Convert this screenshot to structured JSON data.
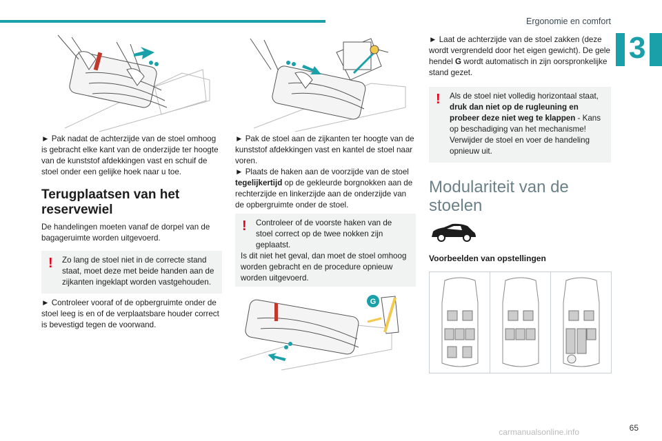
{
  "header": {
    "section": "Ergonomie en comfort",
    "chapter": "3"
  },
  "page_number": "65",
  "watermark": "carmanualsonline.info",
  "col1": {
    "p1": "► Pak nadat de achterzijde van de stoel omhoog is gebracht elke kant van de onderzijde ter hoogte van de kunststof afdekkingen vast en schuif de stoel onder een gelijke hoek naar u toe.",
    "heading": "Terugplaatsen van het reservewiel",
    "p2": "De handelingen moeten vanaf de dorpel van de bagageruimte worden uitgevoerd.",
    "warn": "Zo lang de stoel niet in de correcte stand staat, moet deze met beide handen aan de zijkanten ingeklapt worden vastgehouden.",
    "p3": "► Controleer vooraf of de opbergruimte onder de stoel leeg is en of de verplaatsbare houder correct is bevestigd tegen de voorwand."
  },
  "col2": {
    "p1": "► Pak de stoel aan de zijkanten ter hoogte van de kunststof afdekkingen vast en kantel de stoel naar voren.",
    "p2_a": "► Plaats de haken aan de voorzijde van de stoel ",
    "p2_b": "tegelijkertijd",
    "p2_c": " op de gekleurde borgnokken aan de rechterzijde en linkerzijde aan de onderzijde van de opbergruimte onder de stoel.",
    "warn_1": "Controleer of de voorste haken van de stoel correct op de twee nokken zijn geplaatst.",
    "warn_2": "Is dit niet het geval, dan moet de stoel omhoog worden gebracht en de procedure opnieuw worden uitgevoerd.",
    "illus_label": "G"
  },
  "col3": {
    "p1_a": "► Laat de achterzijde van de stoel zakken (deze wordt vergrendeld door het eigen gewicht). De gele hendel ",
    "p1_b": "G",
    "p1_c": " wordt automatisch in zijn oorspronkelijke stand gezet.",
    "warn_a": "Als de stoel niet volledig horizontaal staat, ",
    "warn_b": "druk dan niet op de rugleuning en probeer deze niet weg te klappen",
    "warn_c": " - Kans op beschadiging van het mechanisme! Verwijder de stoel en voer de handeling opnieuw uit.",
    "heading": "Modulariteit van de stoelen",
    "subheading": "Voorbeelden van opstellingen"
  },
  "colors": {
    "accent": "#1aa0a8",
    "warning": "#e2001a",
    "arrow": "#1aa0a8"
  }
}
